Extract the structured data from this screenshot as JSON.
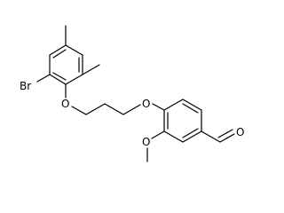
{
  "molecule": {
    "atom_labels": {
      "bromine": "Br",
      "ether_oxygen_left": "O",
      "ether_oxygen_right": "O",
      "methoxy_oxygen": "O",
      "aldehyde_oxygen": "O"
    }
  }
}
